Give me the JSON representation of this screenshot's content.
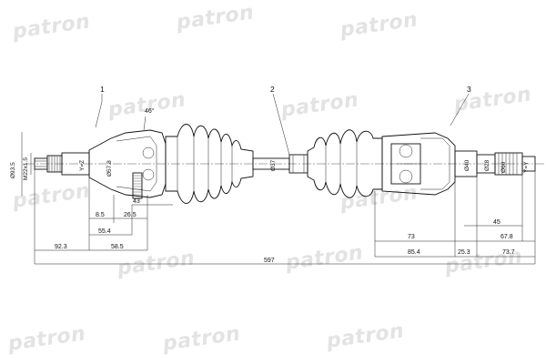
{
  "watermark": {
    "text": "patron",
    "color": "#e3e3e3"
  },
  "callouts": [
    "1",
    "2",
    "3"
  ],
  "dimensions": {
    "top_left_angle": "46°",
    "left_dia_vertical": "Ø93.5",
    "left_thread": "M22x1.5",
    "left_spline": "Y=Z",
    "left_dia_57": "Ø57.8",
    "mid_dia_37": "Ø37",
    "right_dia_40": "Ø40",
    "right_dia_28": "Ø28",
    "right_dia_60": "Ø60",
    "right_spline": "Y=Y",
    "d_8_5": "8.5",
    "d_26_5": "26.5",
    "d_43": "43",
    "d_55_4": "55.4",
    "d_92_3": "92.3",
    "d_58_5": "58.5",
    "d_597": "597",
    "d_73": "73",
    "d_45": "45",
    "d_67_8": "67.8",
    "d_85_4": "85.4",
    "d_25_3": "25.3",
    "d_73_7": "73.7"
  }
}
